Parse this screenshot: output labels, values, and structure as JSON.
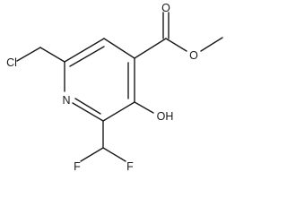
{
  "atoms": {
    "chlorine": "Cl",
    "ring_nitrogen": "N",
    "carbonyl_oxygen": "O",
    "ester_oxygen": "O",
    "hydroxyl": "OH",
    "fluorine_left": "F",
    "fluorine_right": "F"
  }
}
